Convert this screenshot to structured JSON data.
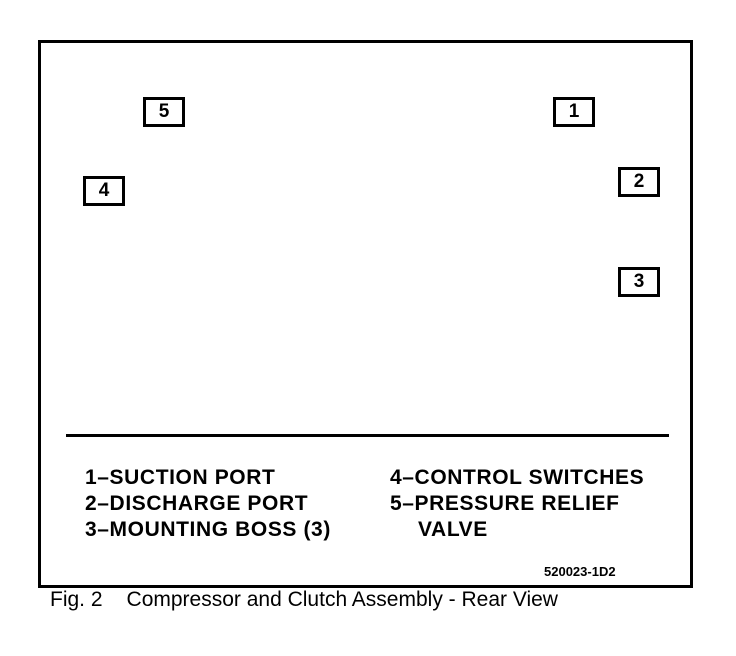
{
  "callouts": [
    "5",
    "1",
    "4",
    "2",
    "3"
  ],
  "legend": {
    "left": [
      "1–SUCTION PORT",
      "2–DISCHARGE PORT",
      "3–MOUNTING BOSS (3)"
    ],
    "right": [
      "4–CONTROL SWITCHES",
      "5–PRESSURE RELIEF",
      "VALVE"
    ]
  },
  "part_number": "520023-1D2",
  "caption": {
    "fig": "Fig. 2",
    "title": "Compressor and Clutch Assembly - Rear View"
  }
}
